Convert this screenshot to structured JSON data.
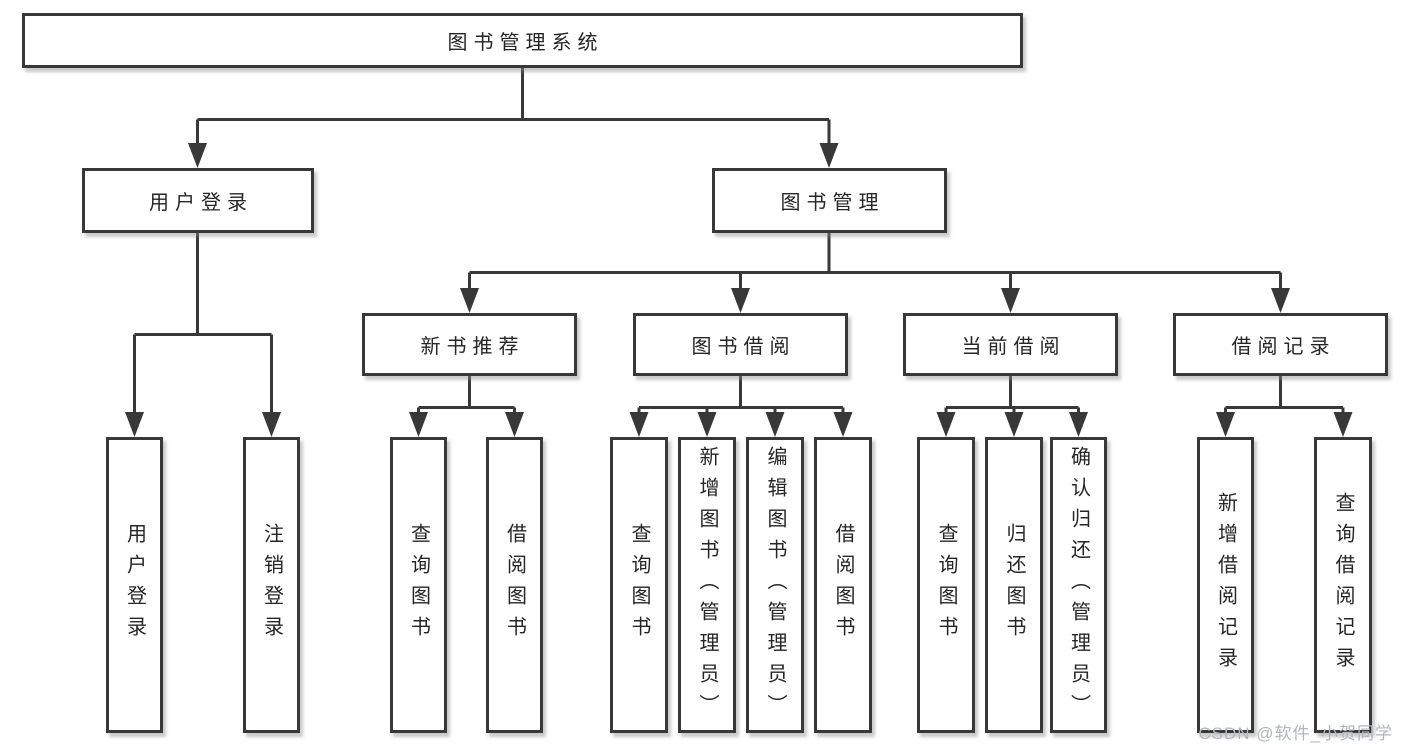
{
  "tree": {
    "root": {
      "label": "图书管理系统"
    },
    "user_login": {
      "label": "用户登录",
      "children": [
        "用户登录",
        "注销登录"
      ]
    },
    "book_mgmt": {
      "label": "图书管理"
    },
    "new_book": {
      "label": "新书推荐",
      "children": [
        "查询图书",
        "借阅图书"
      ]
    },
    "book_borrow": {
      "label": "图书借阅",
      "children": [
        "查询图书",
        "新增图书（管理员）",
        "编辑图书（管理员）",
        "借阅图书"
      ]
    },
    "current_borrow": {
      "label": "当前借阅",
      "children": [
        "查询图书",
        "归还图书",
        "确认归还（管理员）"
      ]
    },
    "borrow_record": {
      "label": "借阅记录",
      "children": [
        "新增借阅记录",
        "查询借阅记录"
      ]
    }
  },
  "watermark": "CSDN @软件_小贺同学",
  "colors": {
    "line": "#383838",
    "box_fill": "#ffffff",
    "text": "#262626",
    "shadow": "#888888",
    "watermark": "#b2b6bc"
  }
}
